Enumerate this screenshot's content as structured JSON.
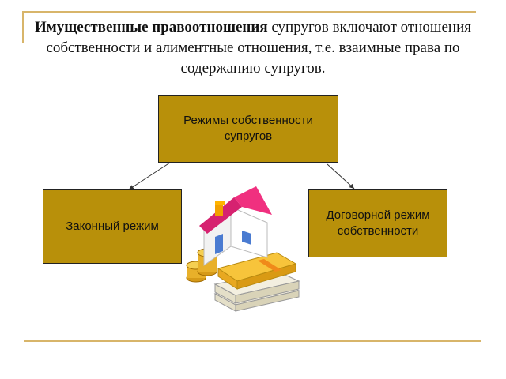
{
  "intro": {
    "bold": "Имущественные правоотношения",
    "text": " супругов включают отношения собственности и алиментные отношения, т.е. взаимные права по содержанию супругов."
  },
  "diagram": {
    "root": "Режимы собственности супругов",
    "children": [
      "Законный режим",
      "Договорной режим собственности"
    ]
  },
  "illustration": {
    "icon": "house-with-money-icon"
  }
}
